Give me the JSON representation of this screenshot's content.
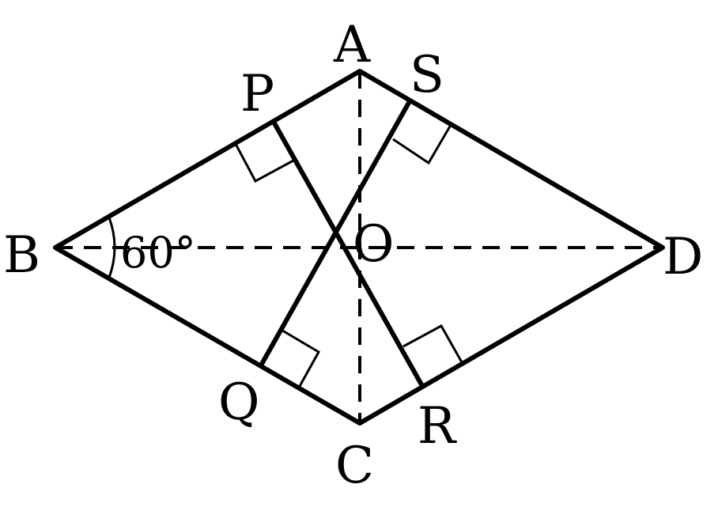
{
  "figure": {
    "points": {
      "A": "A",
      "B": "B",
      "C": "C",
      "D": "D",
      "O": "O",
      "P": "P",
      "Q": "Q",
      "R": "R",
      "S": "S"
    },
    "angle_B": "60°"
  }
}
